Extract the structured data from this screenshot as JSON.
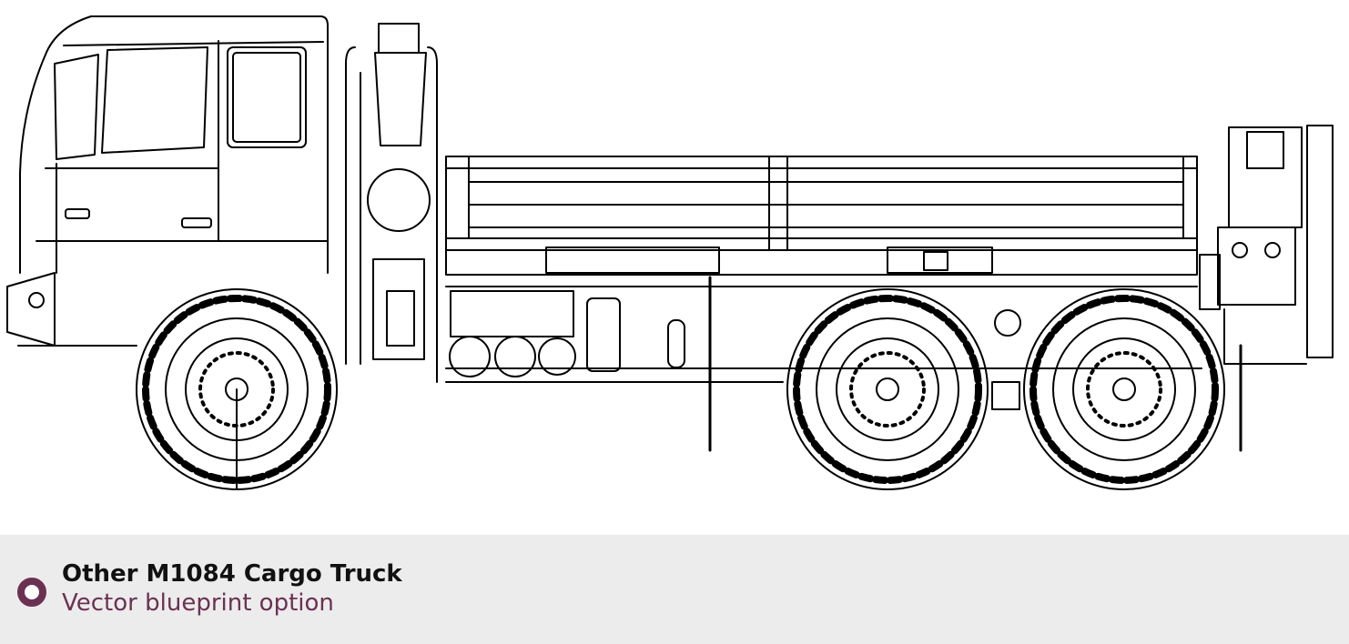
{
  "drawing": {
    "icon": "m1084-cargo-truck-side-view-line-art"
  },
  "option": {
    "title": "Other M1084 Cargo Truck",
    "subtitle": "Vector blueprint option",
    "selected": false,
    "accent_color": "#6b3152",
    "bar_color": "#ececec"
  }
}
